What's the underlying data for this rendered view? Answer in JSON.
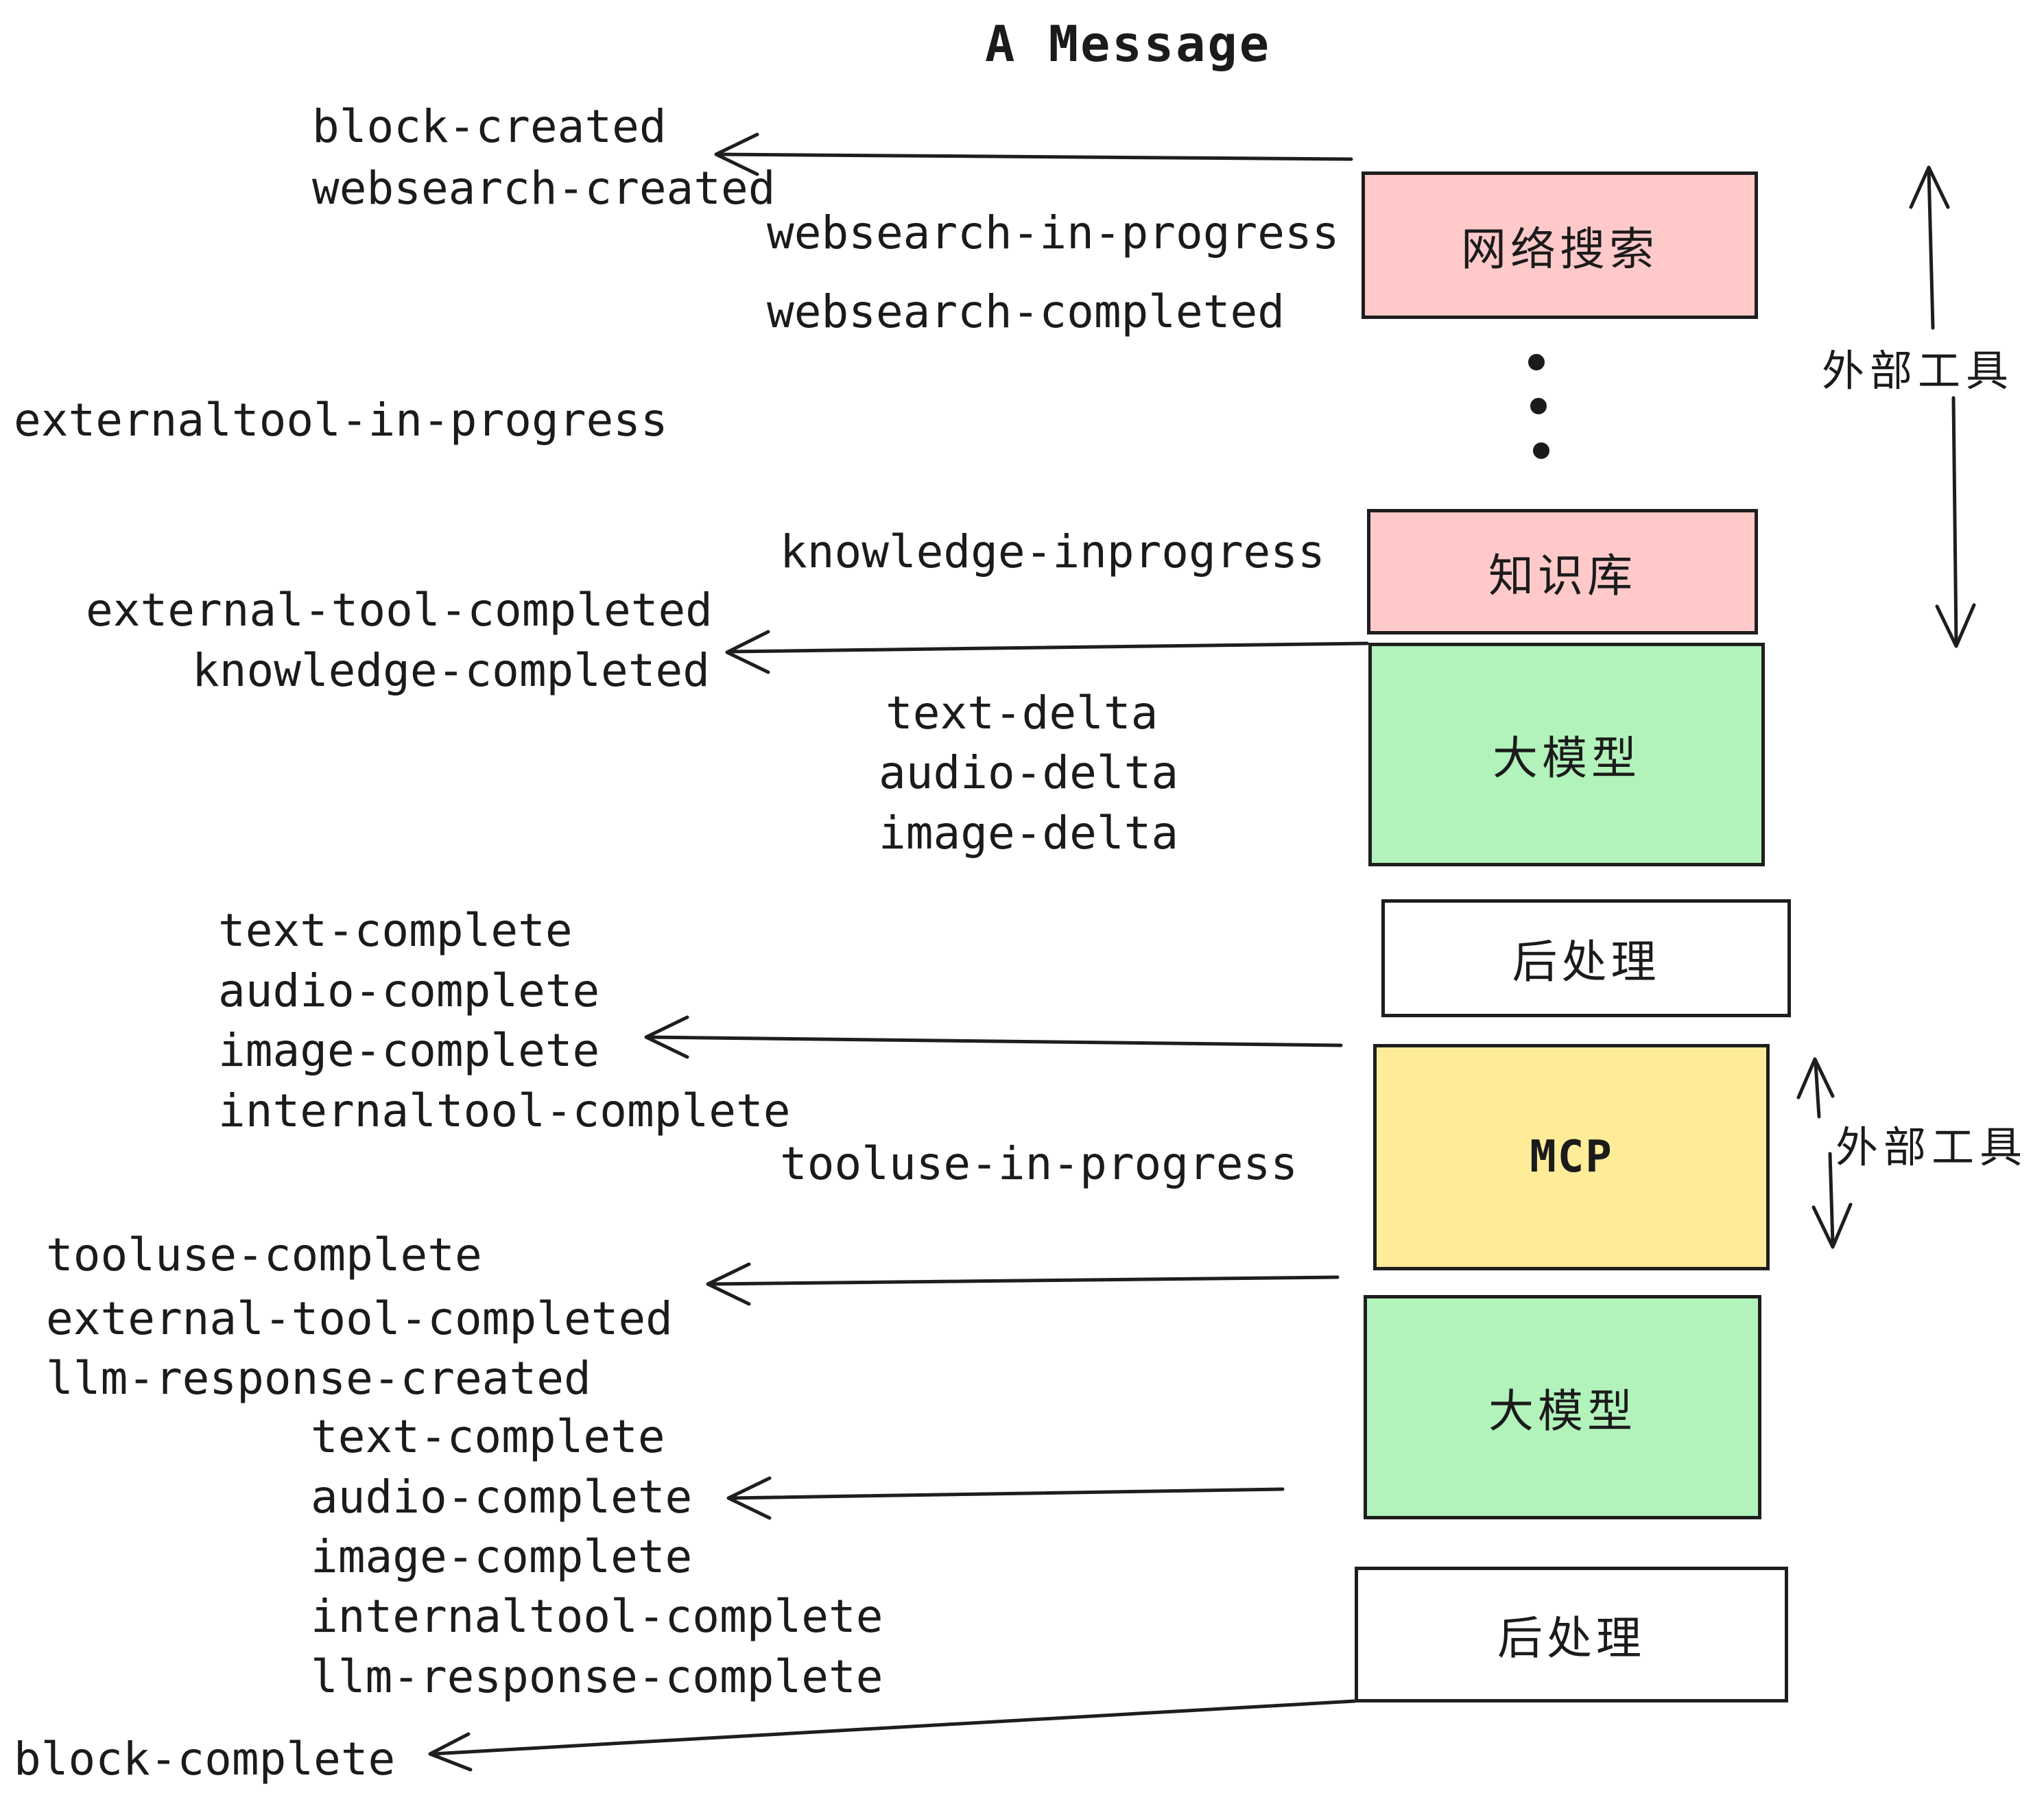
{
  "title": "A Message",
  "colors": {
    "pink": "#ffc9c9",
    "green": "#b2f2bb",
    "yellow": "#ffec99",
    "white": "#ffffff",
    "stroke": "#1e1e1e",
    "text": "#1b1b1b"
  },
  "boxes": [
    {
      "name": "web-search",
      "label": "网络搜索",
      "color": "#ffc9c9"
    },
    {
      "name": "knowledge-base",
      "label": "知识库",
      "color": "#ffc9c9"
    },
    {
      "name": "llm-top",
      "label": "大模型",
      "color": "#b2f2bb"
    },
    {
      "name": "post-process-top",
      "label": "后处理",
      "color": "#ffffff"
    },
    {
      "name": "mcp",
      "label": "MCP",
      "color": "#ffec99"
    },
    {
      "name": "llm-bottom",
      "label": "大模型",
      "color": "#b2f2bb"
    },
    {
      "name": "post-process-bottom",
      "label": "后处理",
      "color": "#ffffff"
    }
  ],
  "side_labels": [
    {
      "name": "external-tools-top",
      "label": "外部工具"
    },
    {
      "name": "external-tools-mcp",
      "label": "外部工具"
    }
  ],
  "events": [
    "block-created",
    "websearch-created",
    "websearch-in-progress",
    "websearch-completed",
    "externaltool-in-progress",
    "knowledge-inprogress",
    "external-tool-completed",
    "knowledge-completed",
    "text-delta",
    "audio-delta",
    "image-delta",
    "text-complete",
    "audio-complete",
    "image-complete",
    "internaltool-complete",
    "tooluse-in-progress",
    "tooluse-complete",
    "external-tool-completed",
    "llm-response-created",
    "text-complete",
    "audio-complete",
    "image-complete",
    "internaltool-complete",
    "llm-response-complete",
    "block-complete"
  ],
  "icons": {
    "vertical-ellipsis": "⋮",
    "arrow-left": "←",
    "arrow-up": "↑",
    "arrow-down": "↓"
  }
}
